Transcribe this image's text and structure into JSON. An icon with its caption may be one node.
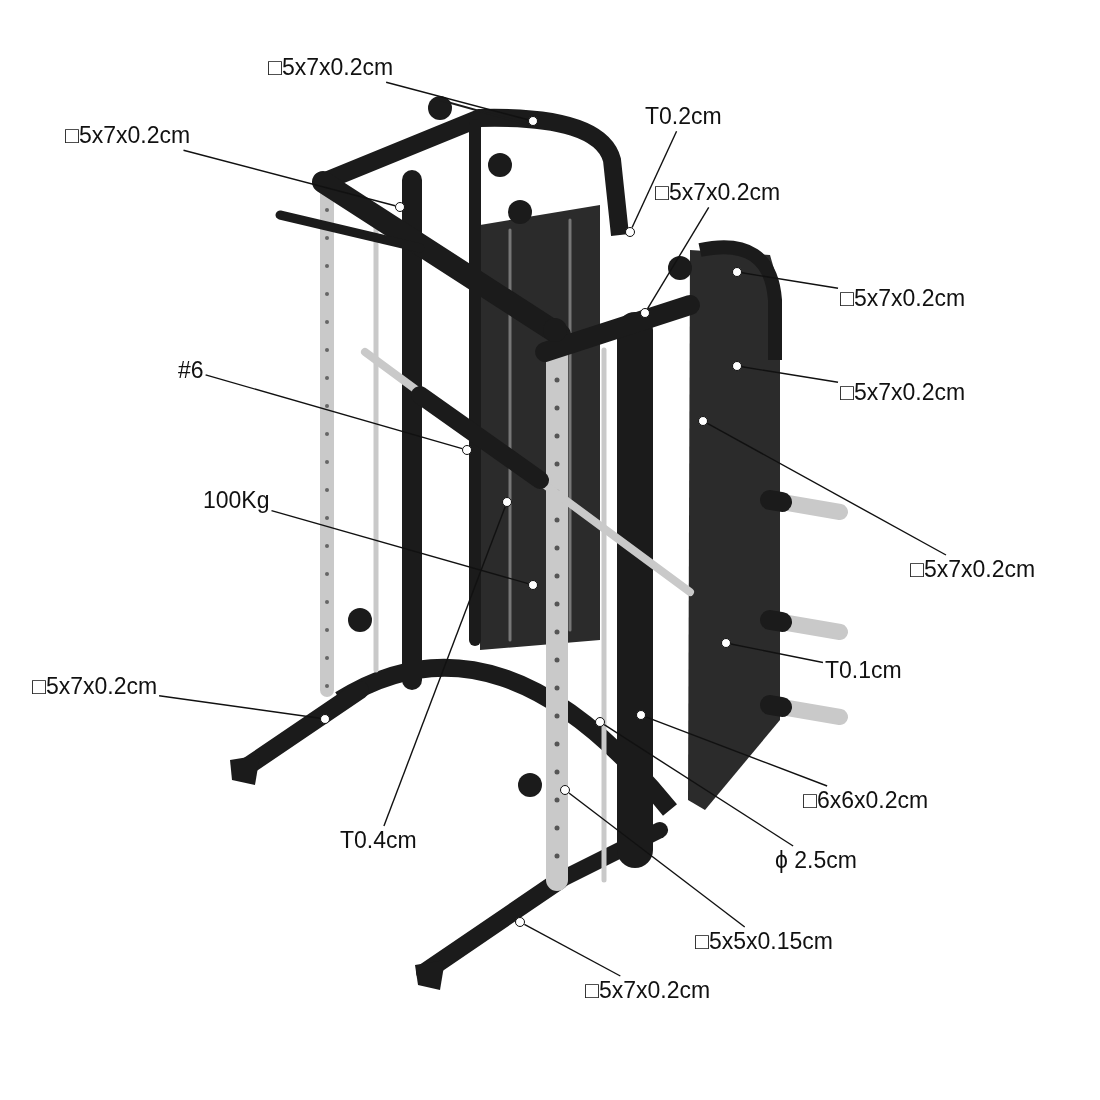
{
  "diagram": {
    "nodes": [
      {
        "text": [
          "□5x7x0.2cm"
        ]
      },
      {
        "text": [
          "□5x7x0.2cm"
        ]
      },
      {
        "text": [
          "T0.2cm"
        ]
      },
      {
        "text": [
          "□5x7x0.2cm"
        ]
      },
      {
        "text": [
          "□5x7x0.2cm"
        ]
      },
      {
        "text": [
          "□5x7x0.2cm"
        ]
      },
      {
        "text": [
          "#6"
        ]
      },
      {
        "text": [
          "100Kg"
        ]
      },
      {
        "text": [
          "□5x7x0.2cm"
        ]
      },
      {
        "text": [
          "T0.1cm"
        ]
      },
      {
        "text": [
          "□5x7x0.2cm"
        ]
      },
      {
        "text": [
          "T0.4cm"
        ]
      },
      {
        "text": [
          "□6x6x0.2cm"
        ]
      },
      {
        "text": [
          "ϕ 2.5cm"
        ]
      },
      {
        "text": [
          "□5x5x0.15cm"
        ]
      },
      {
        "text": [
          "□5x7x0.2cm"
        ]
      },
      {
        "text": [],
        "shape": "circle"
      },
      {
        "text": [],
        "shape": "circle"
      },
      {
        "text": [],
        "shape": "circle"
      },
      {
        "text": [],
        "shape": "circle"
      },
      {
        "text": [],
        "shape": "circle"
      },
      {
        "text": [],
        "shape": "circle"
      },
      {
        "text": [],
        "shape": "circle"
      },
      {
        "text": [],
        "shape": "circle"
      },
      {
        "text": [],
        "shape": "circle"
      },
      {
        "text": [],
        "shape": "circle"
      },
      {
        "text": [],
        "shape": "circle"
      },
      {
        "text": [],
        "shape": "circle"
      },
      {
        "text": [],
        "shape": "circle"
      },
      {
        "text": [],
        "shape": "circle"
      },
      {
        "text": [],
        "shape": "circle"
      },
      {
        "text": [],
        "shape": "circle"
      }
    ],
    "edges": [
      {
        "from": 0,
        "to": 16,
        "arrow": "none"
      },
      {
        "from": 1,
        "to": 17,
        "arrow": "none"
      },
      {
        "from": 2,
        "to": 18,
        "arrow": "none"
      },
      {
        "from": 3,
        "to": 19,
        "arrow": "none"
      },
      {
        "from": 4,
        "to": 20,
        "arrow": "none"
      },
      {
        "from": 5,
        "to": 21,
        "arrow": "none"
      },
      {
        "from": 6,
        "to": 22,
        "arrow": "none"
      },
      {
        "from": 7,
        "to": 23,
        "arrow": "none"
      },
      {
        "from": 8,
        "to": 24,
        "arrow": "none"
      },
      {
        "from": 9,
        "to": 25,
        "arrow": "none"
      },
      {
        "from": 10,
        "to": 26,
        "arrow": "none"
      },
      {
        "from": 11,
        "to": 27,
        "arrow": "none"
      },
      {
        "from": 12,
        "to": 28,
        "arrow": "none"
      },
      {
        "from": 13,
        "to": 29,
        "arrow": "none"
      },
      {
        "from": 14,
        "to": 30,
        "arrow": "none"
      },
      {
        "from": 15,
        "to": 31,
        "arrow": "none"
      }
    ]
  }
}
